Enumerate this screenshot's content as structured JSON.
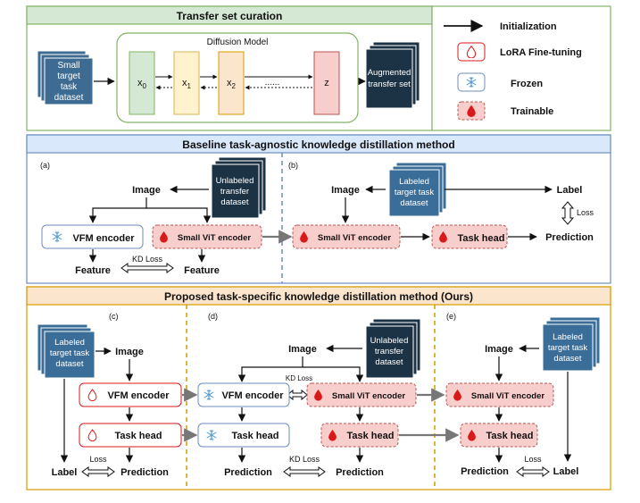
{
  "top": {
    "title": "Transfer set curation",
    "diffusion_title": "Diffusion Model",
    "small_dataset": [
      "Small",
      "target",
      "task",
      "dataset"
    ],
    "augmented": [
      "Augmented",
      "transfer set"
    ],
    "x0_base": "x",
    "x0_sub": "0",
    "x1_base": "x",
    "x1_sub": "1",
    "x2_base": "x",
    "x2_sub": "2",
    "dots": "......",
    "z": "z"
  },
  "legend": {
    "initialization": "Initialization",
    "lora": "LoRA Fine-tuning",
    "frozen": "Frozen",
    "trainable": "Trainable"
  },
  "baseline": {
    "title": "Baseline task-agnostic knowledge distillation method",
    "a": {
      "label": "(a)",
      "image": "Image",
      "unlabeled": [
        "Unlabeled",
        "transfer",
        "dataset"
      ],
      "vfm_encoder": "VFM encoder",
      "small_vit": "Small ViT encoder",
      "feature_left": "Feature",
      "feature_right": "Feature",
      "kd_loss": "KD Loss"
    },
    "b": {
      "label": "(b)",
      "image": "Image",
      "labeled": [
        "Labeled",
        "target task",
        "dataset"
      ],
      "label_text": "Label",
      "loss": "Loss",
      "small_vit": "Small ViT encoder",
      "task_head": "Task head",
      "prediction": "Prediction"
    }
  },
  "proposed": {
    "title": "Proposed task-specific knowledge distillation method (Ours)",
    "c": {
      "label": "(c)",
      "labeled": [
        "Labeled",
        "target task",
        "dataset"
      ],
      "image": "Image",
      "vfm_encoder": "VFM encoder",
      "task_head": "Task head",
      "label_text": "Label",
      "loss": "Loss",
      "prediction": "Prediction"
    },
    "d": {
      "label": "(d)",
      "image": "Image",
      "unlabeled": [
        "Unlabeled",
        "transfer",
        "dataset"
      ],
      "kd_loss_top": "KD Loss",
      "vfm_encoder": "VFM encoder",
      "small_vit": "Small ViT encoder",
      "task_head_frozen": "Task head",
      "task_head_train": "Task head",
      "prediction_left": "Prediction",
      "prediction_right": "Prediction",
      "kd_loss_bottom": "KD Loss"
    },
    "e": {
      "label": "(e)",
      "image": "Image",
      "labeled": [
        "Labeled",
        "target task",
        "dataset"
      ],
      "small_vit": "Small ViT encoder",
      "task_head": "Task head",
      "prediction": "Prediction",
      "loss": "Loss",
      "label_text": "Label"
    }
  },
  "colors": {
    "green_bg": "#d5e8d4",
    "green_line": "#82b366",
    "blue_bg": "#dae8fc",
    "blue_line": "#6c8ebf",
    "orange_bg": "#fbe5cc",
    "orange_line": "#d79b00",
    "red_line": "#d91a1a",
    "dark_teal": "#1c3345",
    "mid_blue": "#3d6b92",
    "light_blue": "#3a6e99",
    "pink": "#f8cecc",
    "pink_line": "#b85450",
    "frozen_icon": "#5aa0d8"
  }
}
